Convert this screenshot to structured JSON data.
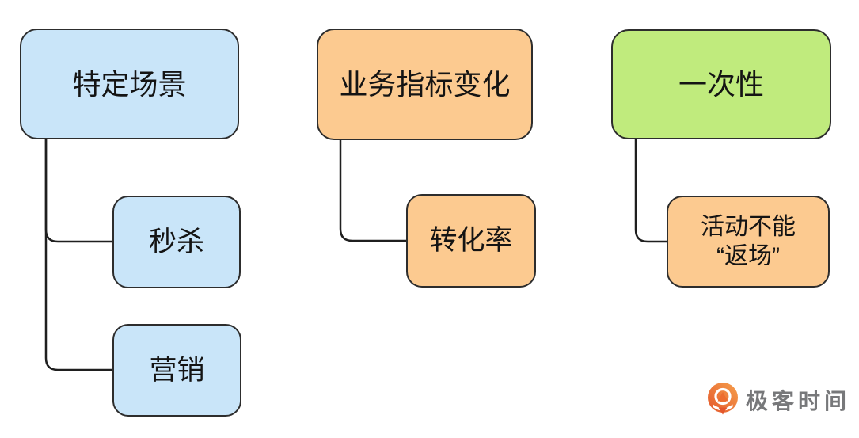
{
  "diagram": {
    "trees": [
      {
        "root": {
          "label": "特定场景",
          "fill": "#c9e5f9"
        },
        "children": [
          {
            "label": "秒杀",
            "fill": "#c9e5f9"
          },
          {
            "label": "营销",
            "fill": "#c9e5f9"
          }
        ]
      },
      {
        "root": {
          "label": "业务指标变化",
          "fill": "#fcca90"
        },
        "children": [
          {
            "label": "转化率",
            "fill": "#fcca90"
          }
        ]
      },
      {
        "root": {
          "label": "一次性",
          "fill": "#c0eb7d"
        },
        "children": [
          {
            "label_line1": "活动不能",
            "label_line2": "“返场”",
            "fill": "#fcca90"
          }
        ]
      }
    ],
    "node_border_color": "#2d2d2d",
    "connector_color": "#1f1f1f",
    "text_color": "#141414",
    "background_color": "#ffffff"
  },
  "branding": {
    "logo_text": "极客时间",
    "logo_text_color": "#77787a",
    "logo_icon": "geektime-pin-icon",
    "logo_icon_color_dark": "#e4572b",
    "logo_icon_color_light": "#f6a04d"
  }
}
